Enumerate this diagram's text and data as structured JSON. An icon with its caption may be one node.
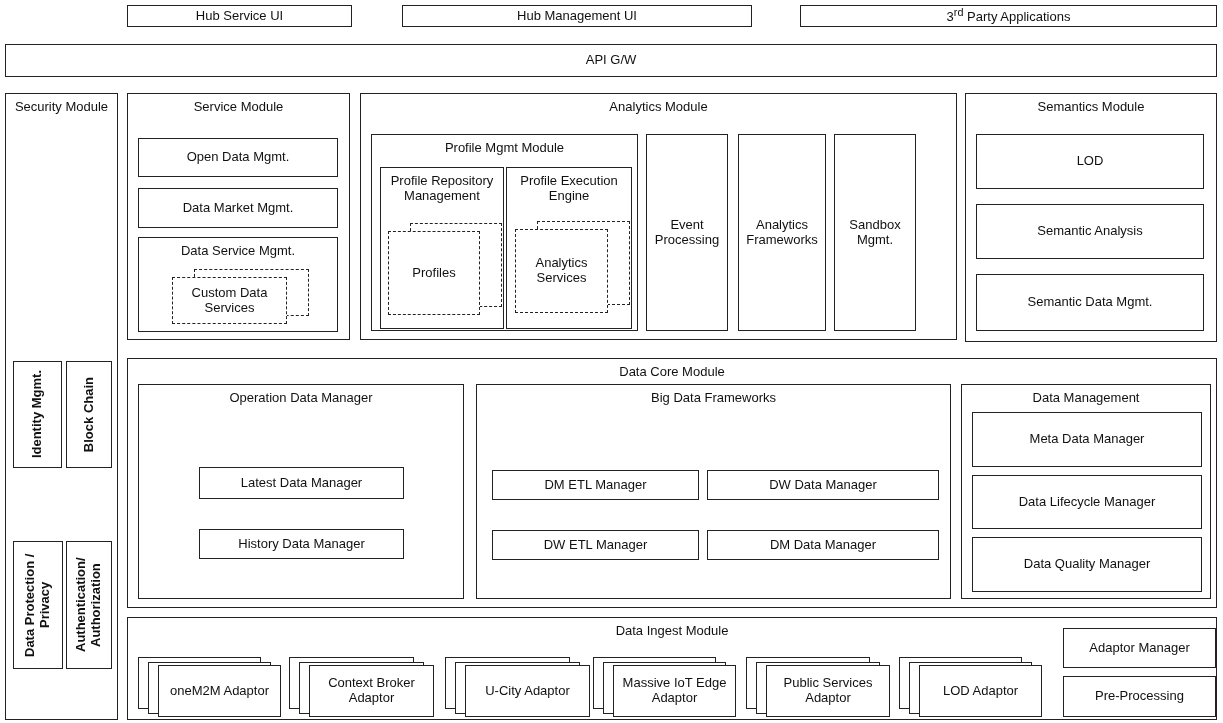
{
  "diagram": {
    "nodes": [
      {
        "text": [
          "Hub Service UI"
        ]
      },
      {
        "text": [
          "Hub Management UI"
        ]
      },
      {
        "text": [
          "3$^{rd}$ Party Applications"
        ]
      },
      {
        "text": [
          "API G/W"
        ]
      },
      {
        "text": [
          "Security Module"
        ]
      },
      {
        "text": [
          "Service Module"
        ]
      },
      {
        "text": [
          "Open Data Mgmt."
        ],
        "in": 5
      },
      {
        "text": [
          "Data Market Mgmt."
        ],
        "in": 5
      },
      {
        "text": [
          "Data Service Mgmt."
        ],
        "in": 5
      },
      {
        "text": [
          "Custom Data Services"
        ],
        "in": 8
      },
      {
        "text": [
          "Analytics Module"
        ]
      },
      {
        "text": [
          "Profile Mgmt Module"
        ],
        "in": 10
      },
      {
        "text": [
          "Profile Repository Management"
        ],
        "in": 11
      },
      {
        "text": [
          "Profiles"
        ],
        "in": 12
      },
      {
        "text": [
          "Profile Execution Engine"
        ],
        "in": 11
      },
      {
        "text": [
          "Analytics Services"
        ],
        "in": 14
      },
      {
        "text": [
          "Event Processing"
        ],
        "in": 10
      },
      {
        "text": [
          "Analytics Frameworks"
        ],
        "in": 10
      },
      {
        "text": [
          "Sandbox Mgmt."
        ],
        "in": 10
      },
      {
        "text": [
          "Semantics Module"
        ]
      },
      {
        "text": [
          "LOD"
        ],
        "in": 19
      },
      {
        "text": [
          "Semantic Analysis"
        ],
        "in": 19
      },
      {
        "text": [
          "Semantic Data Mgmt."
        ],
        "in": 19
      },
      {
        "text": [
          "Data Core Module"
        ]
      },
      {
        "text": [
          "Operation Data Manager"
        ],
        "in": 23
      },
      {
        "text": [
          "Latest Data Manager"
        ],
        "in": 24
      },
      {
        "text": [
          "History Data Manager"
        ],
        "in": 24
      },
      {
        "text": [
          "Big Data Frameworks"
        ],
        "in": 23
      },
      {
        "text": [
          "DM ETL Manager"
        ],
        "in": 27
      },
      {
        "text": [
          "DW Data Manager"
        ],
        "in": 27
      },
      {
        "text": [
          "DW ETL Manager"
        ],
        "in": 27
      },
      {
        "text": [
          "DM Data Manager"
        ],
        "in": 27
      },
      {
        "text": [
          "Data Management"
        ],
        "in": 23
      },
      {
        "text": [
          "Meta Data Manager"
        ],
        "in": 32
      },
      {
        "text": [
          "Data Lifecycle Manager"
        ],
        "in": 32
      },
      {
        "text": [
          "Data Quality Manager"
        ],
        "in": 32
      },
      {
        "text": [
          "Identity Mgmt."
        ],
        "in": 4
      },
      {
        "text": [
          "Block Chain"
        ],
        "in": 4
      },
      {
        "text": [
          "Data Protection / Privacy"
        ],
        "in": 4
      },
      {
        "text": [
          "Authentication/ Authorization"
        ],
        "in": 4
      },
      {
        "text": [
          "Data Ingest Module"
        ]
      },
      {
        "text": [
          "oneM2M Adaptor"
        ],
        "in": 40
      },
      {
        "text": [
          "Context Broker Adaptor"
        ],
        "in": 40
      },
      {
        "text": [
          "U-City Adaptor"
        ],
        "in": 40
      },
      {
        "text": [
          "Massive IoT Edge Adaptor"
        ],
        "in": 40
      },
      {
        "text": [
          "Public Services Adaptor"
        ],
        "in": 40
      },
      {
        "text": [
          "LOD Adaptor"
        ],
        "in": 40
      },
      {
        "text": [
          "Adaptor Manager"
        ],
        "in": 40
      },
      {
        "text": [
          "Pre-Processing"
        ],
        "in": 40
      }
    ]
  }
}
